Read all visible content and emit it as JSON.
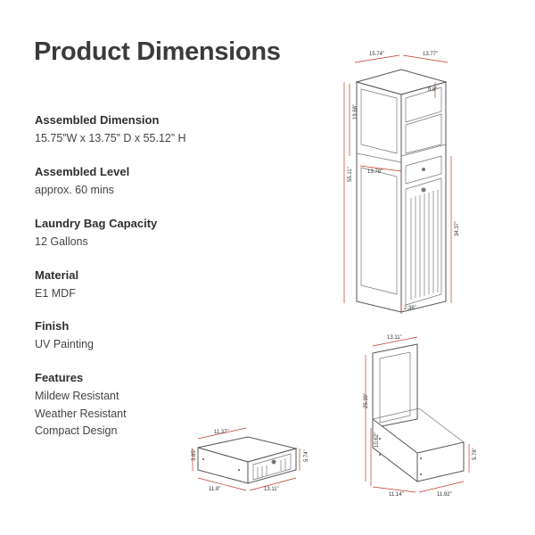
{
  "title": "Product Dimensions",
  "specs": [
    {
      "heading": "Assembled Dimension",
      "values": [
        "15.75”W x 13.75” D x 55.12” H"
      ]
    },
    {
      "heading": "Assembled Level",
      "values": [
        "approx. 60 mins"
      ]
    },
    {
      "heading": "Laundry Bag Capacity",
      "values": [
        "12 Gallons"
      ]
    },
    {
      "heading": "Material",
      "values": [
        "E1 MDF"
      ]
    },
    {
      "heading": "Finish",
      "values": [
        "UV Painting"
      ]
    },
    {
      "heading": "Features",
      "values": [
        "Mildew Resistant",
        "Weather Resistant",
        "Compact Design"
      ]
    }
  ],
  "cabinet_dims": {
    "width": "15.74”",
    "depth": "13.77”",
    "shelf_gap": "9.8”",
    "upper_height": "19.68”",
    "total_height": "55.11”",
    "inner_width": "13.78”",
    "lower_height": "34.37”",
    "base_height": "2.36”"
  },
  "drawer_dims": {
    "top": "11.37”",
    "left_height": "3.85”",
    "right_height": "5.74”",
    "bottom_left": "11.8”",
    "bottom_right": "13.11”"
  },
  "hamper_dims": {
    "top": "13.11”",
    "height": "25.39”",
    "box_height": "10.62”",
    "right_height": "5.78”",
    "bottom_left": "11.14”",
    "bottom_right": "11.92”"
  },
  "colors": {
    "dimension_line": "#c0392b",
    "outline": "#555555"
  }
}
